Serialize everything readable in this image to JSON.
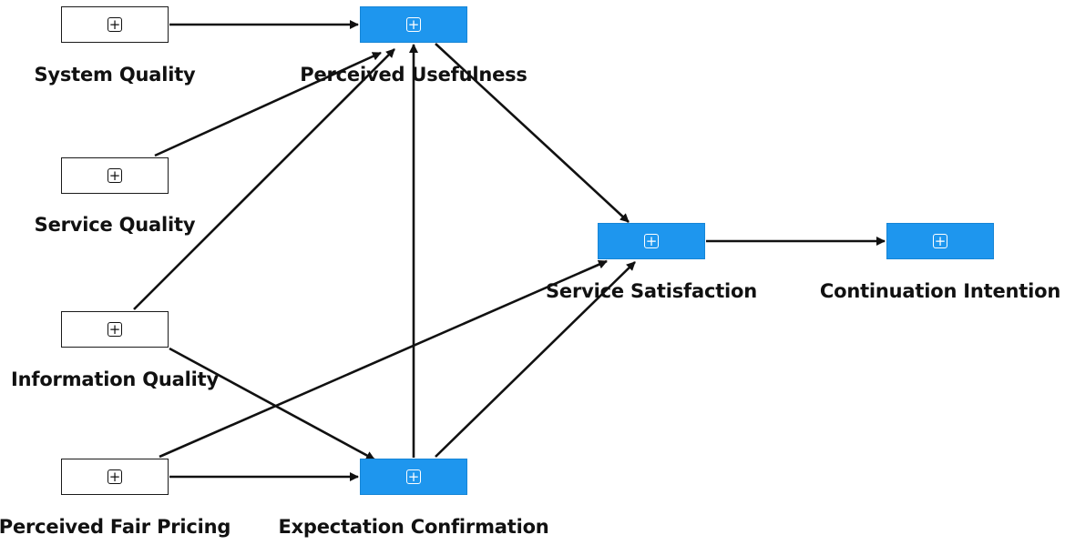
{
  "diagram": {
    "nodes": [
      {
        "id": "system_quality",
        "label": "System Quality",
        "style": "white",
        "icon": "expand-icon"
      },
      {
        "id": "service_quality",
        "label": "Service Quality",
        "style": "white",
        "icon": "expand-icon"
      },
      {
        "id": "information_quality",
        "label": "Information Quality",
        "style": "white",
        "icon": "expand-icon"
      },
      {
        "id": "perceived_fair_pricing",
        "label": "Perceived Fair Pricing",
        "style": "white",
        "icon": "expand-icon"
      },
      {
        "id": "perceived_usefulness",
        "label": "Perceived Usefulness",
        "style": "blue",
        "icon": "expand-icon"
      },
      {
        "id": "expectation_confirmation",
        "label": "Expectation Confirmation",
        "style": "blue",
        "icon": "expand-icon"
      },
      {
        "id": "service_satisfaction",
        "label": "Service Satisfaction",
        "style": "blue",
        "icon": "expand-icon"
      },
      {
        "id": "continuation_intention",
        "label": "Continuation Intention",
        "style": "blue",
        "icon": "expand-icon"
      }
    ],
    "edges": [
      {
        "from": "system_quality",
        "to": "perceived_usefulness"
      },
      {
        "from": "service_quality",
        "to": "perceived_usefulness"
      },
      {
        "from": "information_quality",
        "to": "perceived_usefulness"
      },
      {
        "from": "information_quality",
        "to": "expectation_confirmation"
      },
      {
        "from": "perceived_fair_pricing",
        "to": "expectation_confirmation"
      },
      {
        "from": "perceived_fair_pricing",
        "to": "service_satisfaction"
      },
      {
        "from": "expectation_confirmation",
        "to": "perceived_usefulness"
      },
      {
        "from": "expectation_confirmation",
        "to": "service_satisfaction"
      },
      {
        "from": "perceived_usefulness",
        "to": "service_satisfaction"
      },
      {
        "from": "service_satisfaction",
        "to": "continuation_intention"
      }
    ],
    "colors": {
      "blue_node": "#1e96ee",
      "white_node": "#ffffff",
      "stroke": "#111111"
    }
  }
}
